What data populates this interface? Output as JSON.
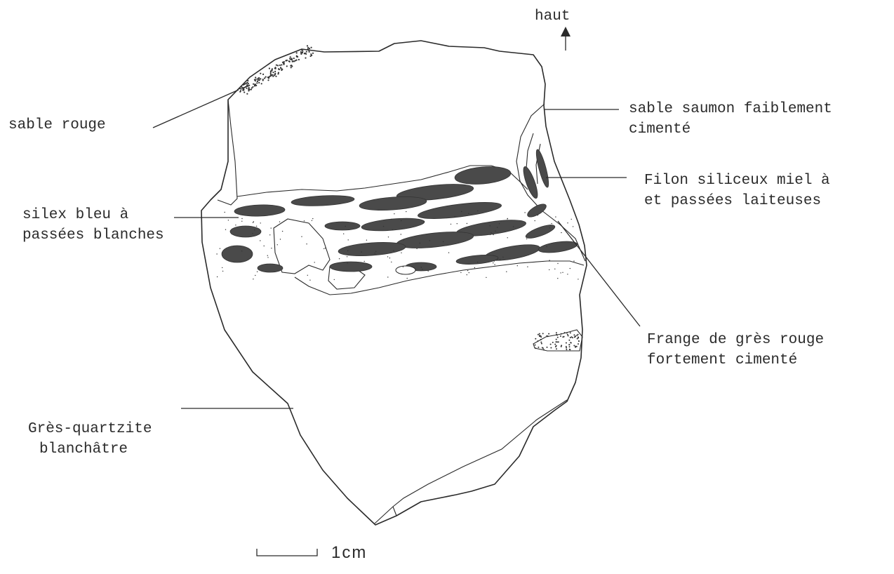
{
  "labels": {
    "up": "haut",
    "sable_rouge": "sable rouge",
    "sable_saumon_1": "sable saumon faiblement",
    "sable_saumon_2": "cimenté",
    "filon_1": "Filon siliceux miel à",
    "filon_2": "et passées laiteuses",
    "silex_1": "silex bleu à",
    "silex_2": "passées blanches",
    "frange_1": "Frange de grès rouge",
    "frange_2": "fortement cimenté",
    "gres_1": "Grès-quartzite",
    "gres_2": "blanchâtre"
  },
  "scale_bar": {
    "label": "1cm"
  },
  "colors": {
    "ink": "#2a2a2a",
    "flint": "#4a4a4a"
  }
}
